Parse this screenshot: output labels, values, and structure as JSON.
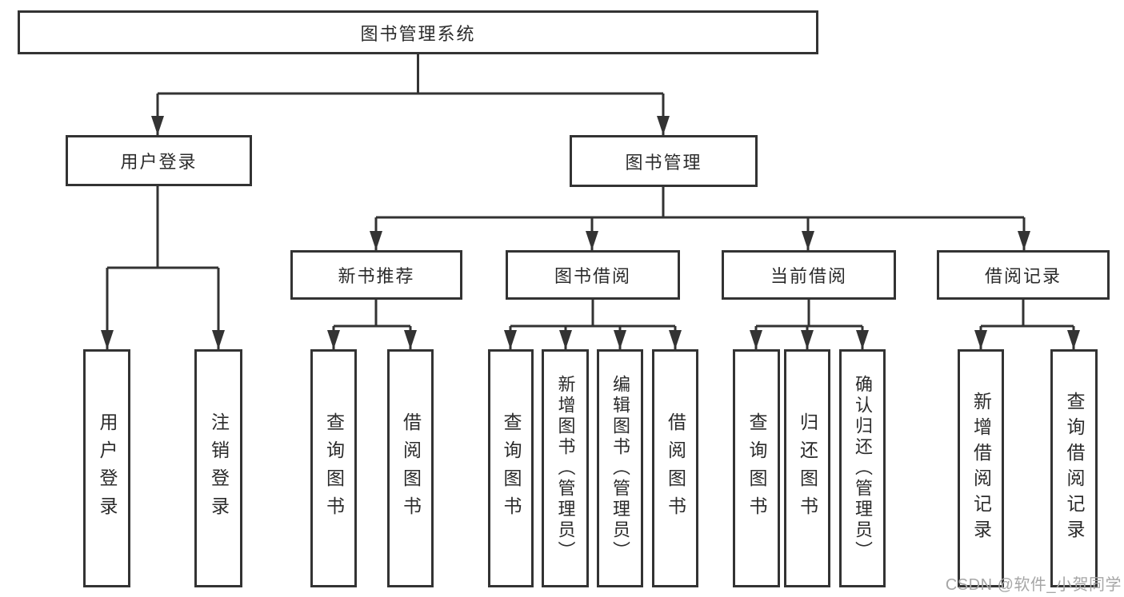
{
  "nodes": {
    "root": "图书管理系统",
    "user_login": "用户登录",
    "book_management": "图书管理",
    "new_book_recommend": "新书推荐",
    "book_borrow": "图书借阅",
    "current_borrow": "当前借阅",
    "borrow_records": "借阅记录",
    "leaf_login": "用户登录",
    "leaf_logout": "注销登录",
    "leaf_nb_query": "查询图书",
    "leaf_nb_borrow": "借阅图书",
    "leaf_bb_query": "查询图书",
    "leaf_bb_add": "新增图书（管理员）",
    "leaf_bb_edit": "编辑图书（管理员）",
    "leaf_bb_borrow": "借阅图书",
    "leaf_cb_query": "查询图书",
    "leaf_cb_return": "归还图书",
    "leaf_cb_confirm": "确认归还（管理员）",
    "leaf_br_add": "新增借阅记录",
    "leaf_br_query": "查询借阅记录"
  },
  "watermark": "CSDN @软件_小贺同学",
  "colors": {
    "line": "#333333",
    "text": "#2b2b2b",
    "box_background": "#ffffff",
    "watermark": "#a6a6a6"
  }
}
